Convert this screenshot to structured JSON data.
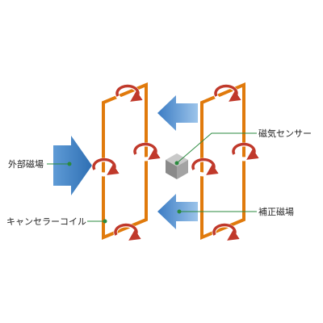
{
  "labels": {
    "external_field": "外部磁場",
    "canceller_coil": "キャンセラーコイル",
    "magnetic_sensor": "磁気センサー",
    "correction_field": "補正磁場"
  },
  "colors": {
    "coil": "#e07a0c",
    "rotation_arrow": "#c0392b",
    "field_arrow": "#3b7cc4",
    "leader_line": "#2a8a3e",
    "sensor": "#8a8a8a"
  },
  "icons": {
    "external_field": "large-blue-right-arrow",
    "correction_field": "blue-left-arrow",
    "magnetic_sensor": "gray-cube",
    "coil_rotation": "circular-red-arrow"
  }
}
